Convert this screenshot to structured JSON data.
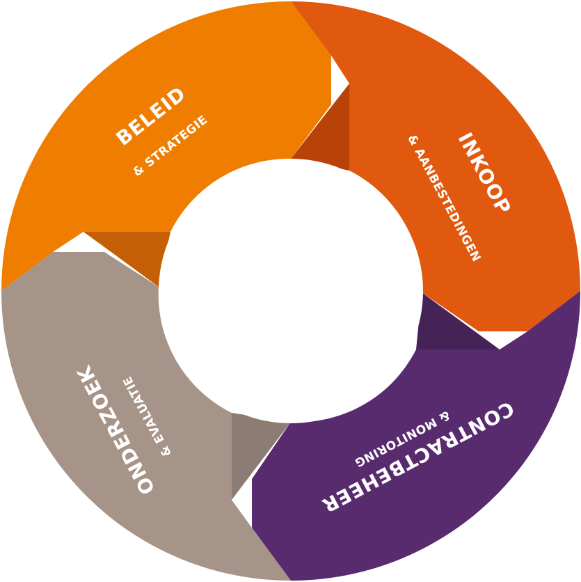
{
  "diagram": {
    "type": "cycle",
    "segments": [
      {
        "id": "beleid",
        "title": "BELEID",
        "subtitle": "& STRATEGIE",
        "color": "#ef7d00",
        "fold_color": "#c45f06"
      },
      {
        "id": "inkoop",
        "title": "INKOOP",
        "subtitle": "& AANBESTEDINGEN",
        "color": "#e0590e",
        "fold_color": "#b94209"
      },
      {
        "id": "contractbeheer",
        "title": "CONTRACTBEHEER",
        "subtitle": "& MONITORING",
        "color": "#582a6e",
        "fold_color": "#462357"
      },
      {
        "id": "onderzoek",
        "title": "ONDERZOEK",
        "subtitle": "& EVALUATIE",
        "color": "#a69489",
        "fold_color": "#8c7c73"
      }
    ]
  }
}
